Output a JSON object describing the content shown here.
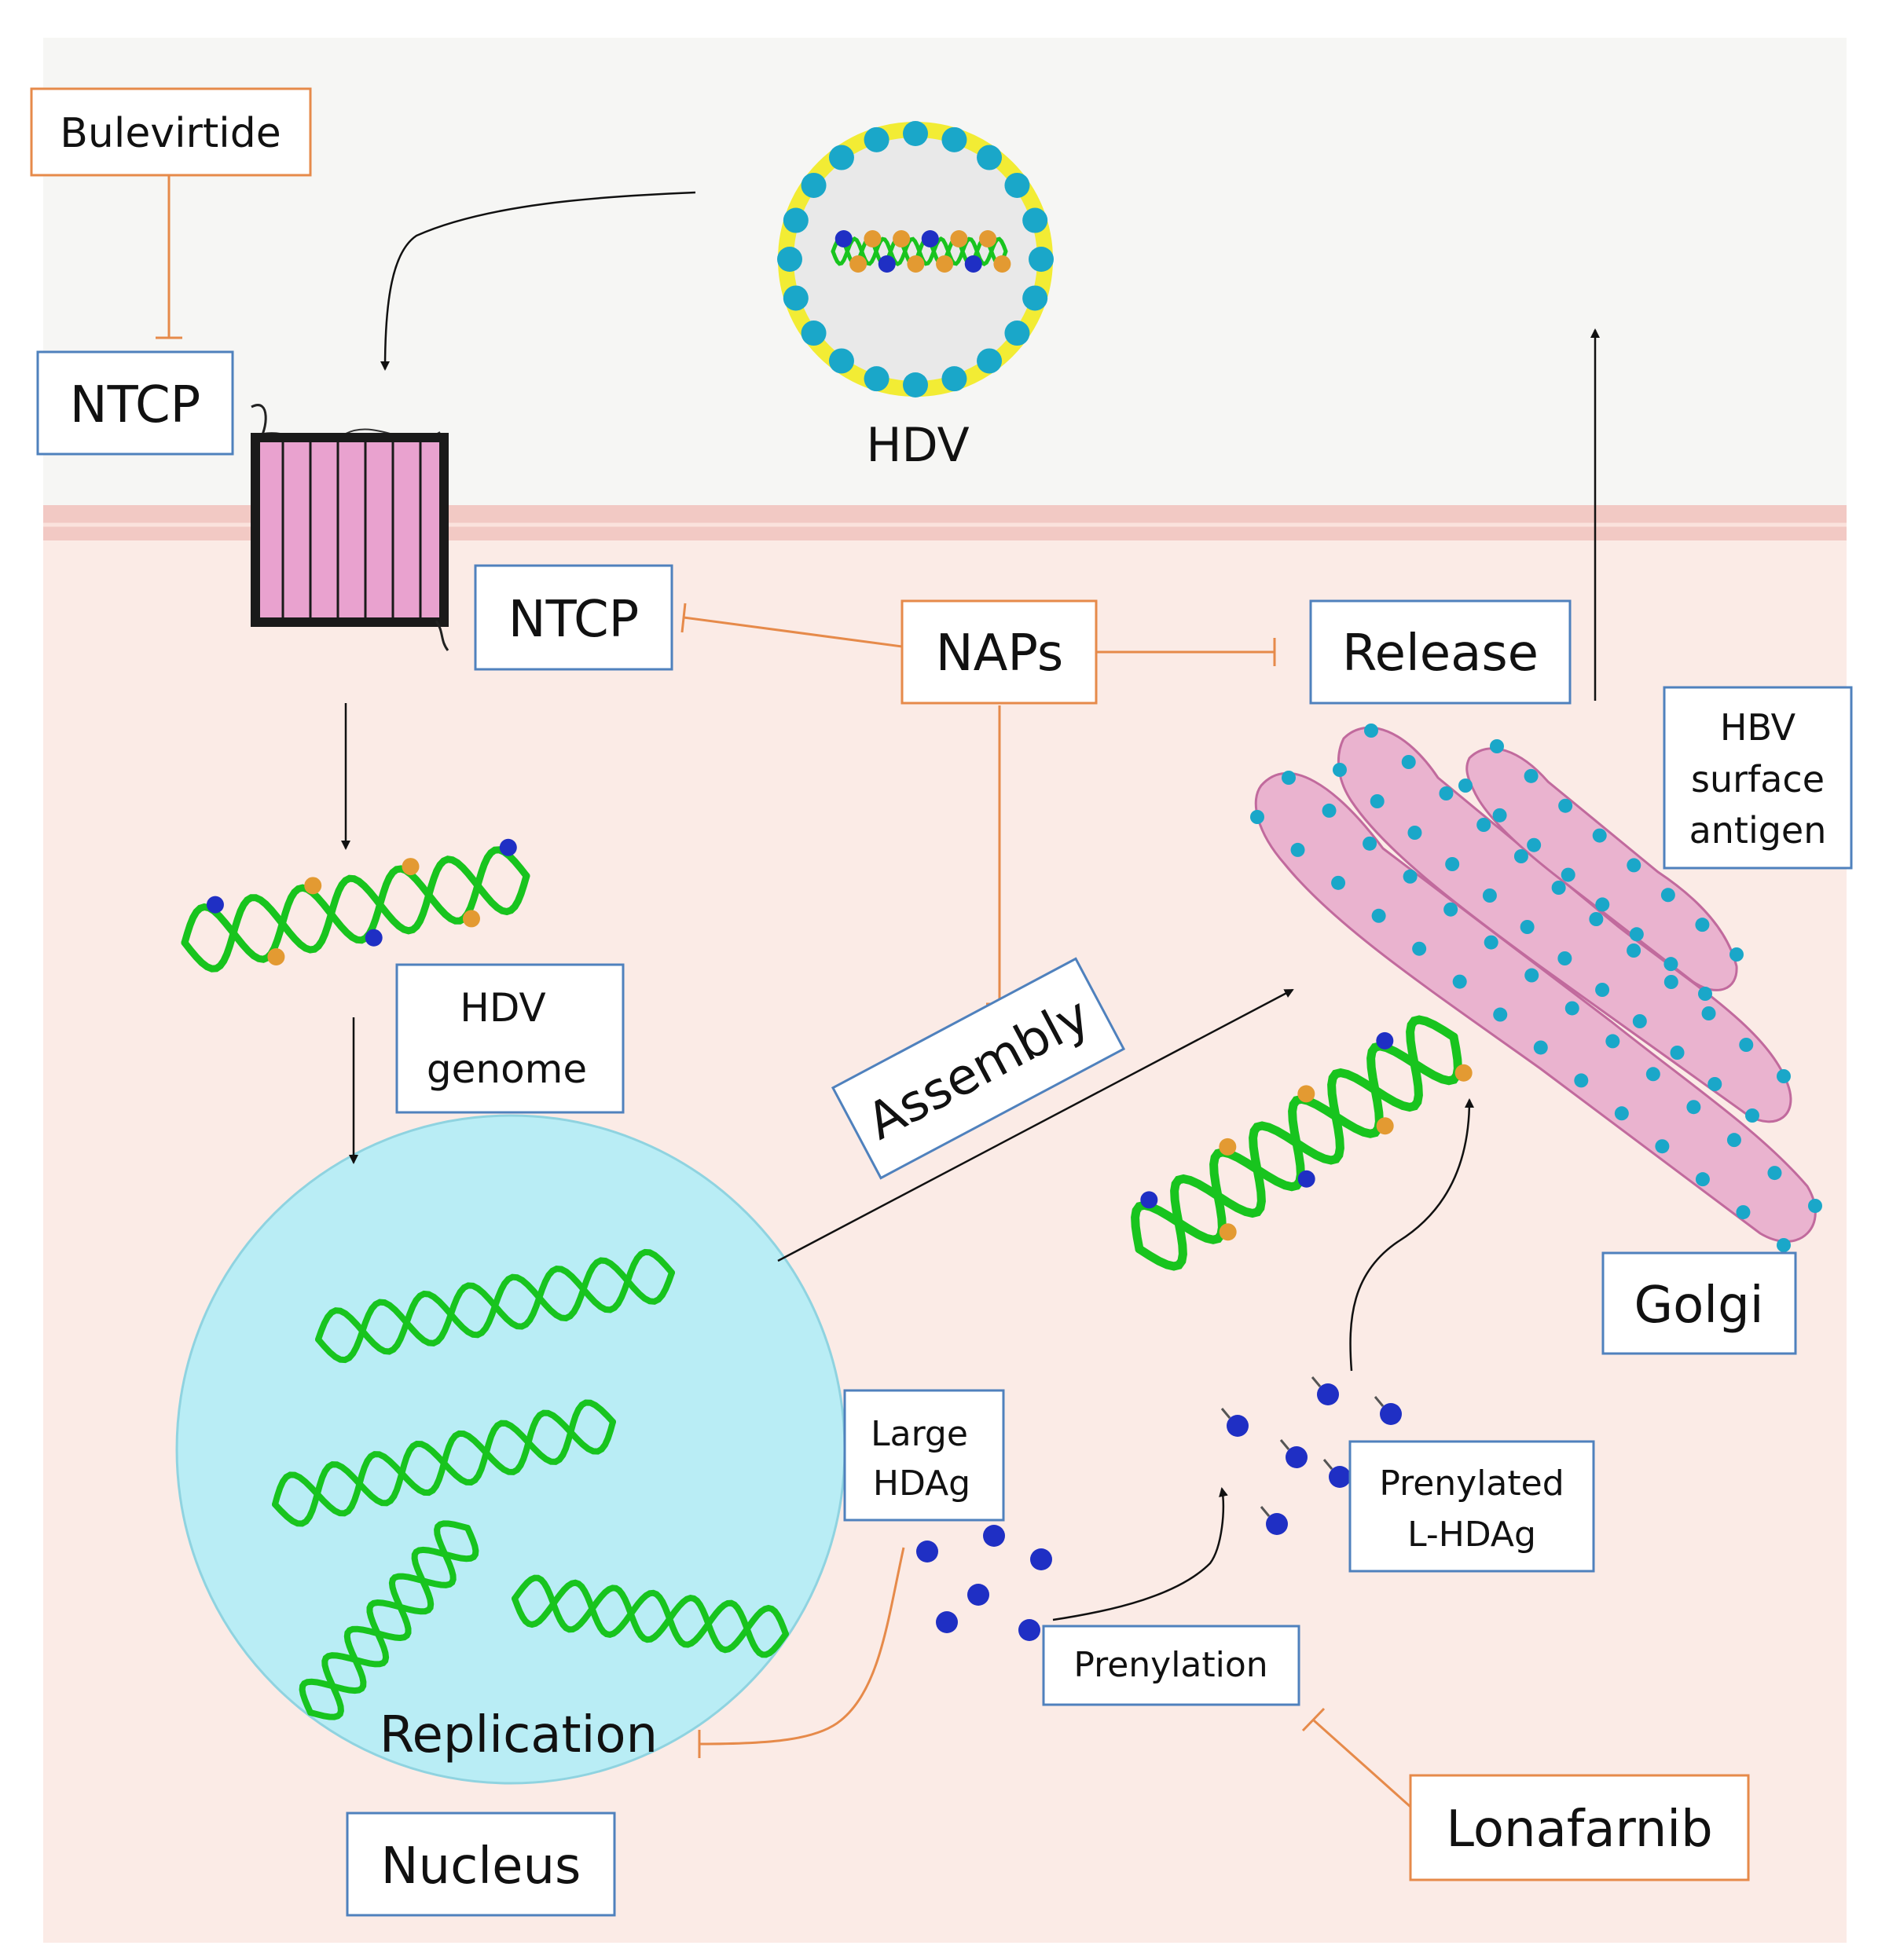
{
  "labels": {
    "bulevirtide": "Bulevirtide",
    "ntcp_top": "NTCP",
    "hdv": "HDV",
    "ntcp_mid": "NTCP",
    "naps": "NAPs",
    "release": "Release",
    "hbv_surface_antigen": [
      "HBV",
      "surface",
      "antigen"
    ],
    "hdv_genome": [
      "HDV",
      "genome"
    ],
    "assembly": "Assembly",
    "golgi": "Golgi",
    "large_hdag": [
      "Large",
      "HDAg"
    ],
    "prenylated_lhdag": [
      "Prenylated",
      "L-HDAg"
    ],
    "prenylation": "Prenylation",
    "replication": "Replication",
    "nucleus": "Nucleus",
    "lonafarnib": "Lonafarnib"
  },
  "colors": {
    "extracellular": "#f6f6f4",
    "cytoplasm": "#fbebe6",
    "membrane": "#f2c9c4",
    "nucleus": "#b9edf5",
    "golgi": "#eab3cf",
    "rna": "#18c41e",
    "drug_box": "#e68a4a",
    "label_box": "#4f81bd",
    "hbsag_dot": "#1aa7c9",
    "hdag_dot": "#1f2fc4",
    "orange_dot": "#e39a32",
    "receptor": "#e9a2cf"
  }
}
